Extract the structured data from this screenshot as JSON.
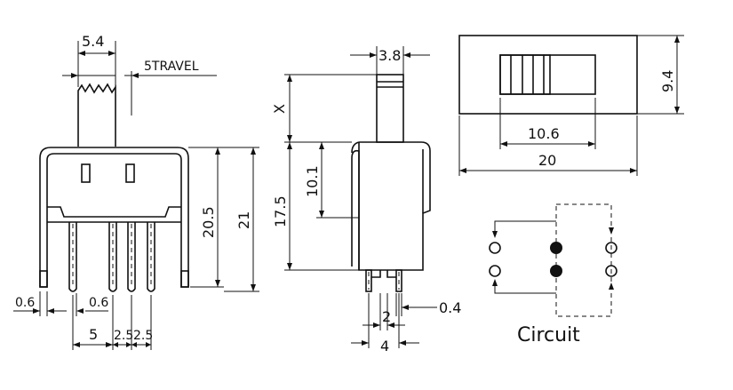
{
  "front_view": {
    "dims": {
      "width_5_4": "5.4",
      "travel": "5TRAVEL",
      "height_20_5": "20.5",
      "height_21": "21",
      "thick_left": "0.6",
      "thick_pin": "0.6",
      "pitch_5": "5",
      "pitch_2_5_a": "2.5",
      "pitch_2_5_b": "2.5"
    }
  },
  "side_view": {
    "dims": {
      "width_3_8": "3.8",
      "x": "X",
      "height_17_5": "17.5",
      "height_10_1": "10.1",
      "pin_0_4": "0.4",
      "pin_2": "2",
      "pin_4": "4"
    }
  },
  "top_view": {
    "dims": {
      "height_9_4": "9.4",
      "width_10_6": "10.6",
      "width_20": "20"
    }
  },
  "circuit": {
    "label": "Circuit"
  }
}
